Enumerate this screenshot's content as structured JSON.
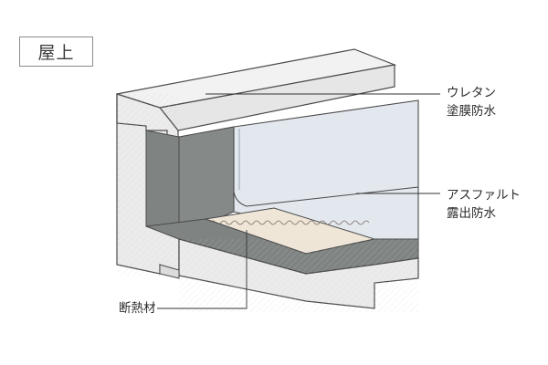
{
  "title": "屋上",
  "labels": {
    "urethane": {
      "line1": "ウレタン",
      "line2": "塗膜防水"
    },
    "asphalt": {
      "line1": "アスファルト",
      "line2": "露出防水"
    },
    "insulation": "断熱材"
  },
  "colors": {
    "concrete_light": "#e9e9e9",
    "concrete_dark": "#868a88",
    "waterproof_surface": "#e6ebf0",
    "insulation": "#efe6d8",
    "outline": "#4a4a4a"
  }
}
